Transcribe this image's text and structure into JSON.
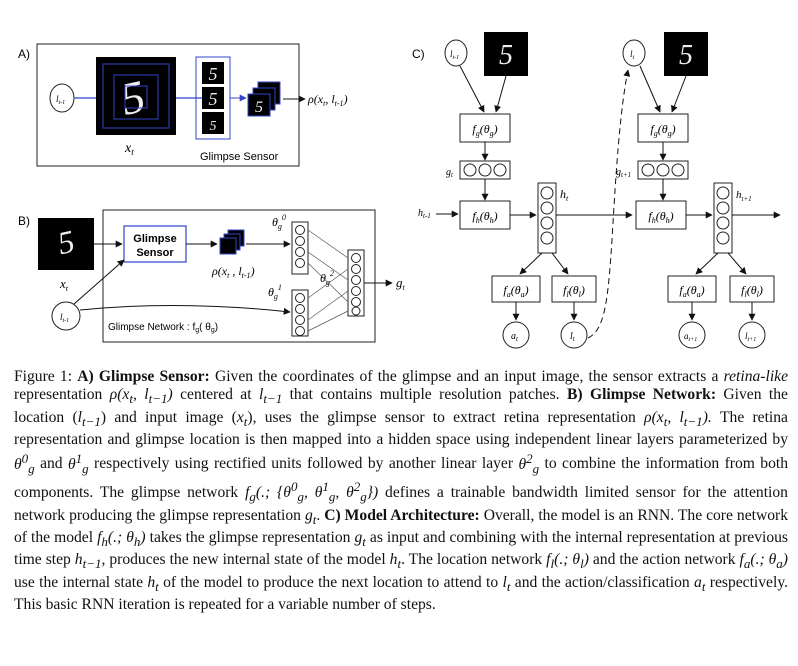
{
  "figure": {
    "panel_a": {
      "label": "A)",
      "input_location": "l",
      "input_location_sub": "t-1",
      "image_caption": "x",
      "image_caption_sub": "t",
      "output": "ρ(x",
      "output_sub1": "t",
      "output_mid": ", l",
      "output_sub2": "t-1",
      "output_end": ")",
      "box_label": "Glimpse Sensor",
      "digit": "5"
    },
    "panel_b": {
      "label": "B)",
      "input_image_caption": "x",
      "input_image_sub": "t",
      "input_location": "l",
      "input_location_sub": "t-1",
      "sensor_box_line1": "Glimpse",
      "sensor_box_line2": "Sensor",
      "rho_label": "ρ(x",
      "rho_sub1": "t",
      "rho_mid": " , l",
      "rho_sub2": "t-1",
      "rho_end": ")",
      "theta0": "θ",
      "theta0_sub": "g",
      "theta0_sup": "0",
      "theta1": "θ",
      "theta1_sub": "g",
      "theta1_sup": "1",
      "theta2": "θ",
      "theta2_sub": "g",
      "theta2_sup": "2",
      "output": "g",
      "output_sub": "t",
      "network_label": "Glimpse Network : f",
      "network_label_sub": "g",
      "network_label_end": "( θ",
      "network_label_end_sub": "g",
      "network_label_close": ")",
      "digit": "5"
    },
    "panel_c": {
      "label": "C)",
      "step1": {
        "location_in": "l",
        "location_in_sub": "t-1",
        "fg": "f",
        "fg_sub": "g",
        "fg_arg": "(θ",
        "fg_arg_sub": "g",
        "fg_close": ")",
        "g": "g",
        "g_sub": "t",
        "h_in": "h",
        "h_in_sub": "t-1",
        "fh": "f",
        "fh_sub": "h",
        "fh_arg": "(θ",
        "fh_arg_sub": "h",
        "fh_close": ")",
        "h": "h",
        "h_sub": "t",
        "fa": "f",
        "fa_sub": "a",
        "fa_arg": "(θ",
        "fa_arg_sub": "a",
        "fa_close": ")",
        "fl": "f",
        "fl_sub": "l",
        "fl_arg": "(θ",
        "fl_arg_sub": "l",
        "fl_close": ")",
        "a": "a",
        "a_sub": "t",
        "l": "l",
        "l_sub": "t"
      },
      "step2": {
        "location_in": "l",
        "location_in_sub": "t",
        "fg": "f",
        "fg_sub": "g",
        "fg_arg": "(θ",
        "fg_arg_sub": "g",
        "fg_close": ")",
        "g": "g",
        "g_sub": "t+1",
        "fh": "f",
        "fh_sub": "h",
        "fh_arg": "(θ",
        "fh_arg_sub": "h",
        "fh_close": ")",
        "h": "h",
        "h_sub": "t+1",
        "fa": "f",
        "fa_sub": "a",
        "fa_arg": "(θ",
        "fa_arg_sub": "a",
        "fa_close": ")",
        "fl": "f",
        "fl_sub": "l",
        "fl_arg": "(θ",
        "fl_arg_sub": "l",
        "fl_close": ")",
        "a": "a",
        "a_sub": "t+1",
        "l": "l",
        "l_sub": "t+1"
      },
      "digit": "5"
    }
  },
  "caption": {
    "prefix": "Figure 1: ",
    "a_head": "A) Glimpse Sensor:",
    "a_text_1": " Given the coordinates of the glimpse and an input image, the sensor extracts a ",
    "a_retina": "retina-like",
    "a_text_2": " representation ",
    "a_rho": "ρ(x",
    "a_rho_sub1": "t",
    "a_rho_mid": ", l",
    "a_rho_sub2": "t−1",
    "a_rho_end": ")",
    "a_text_3": " centered at ",
    "a_l": "l",
    "a_l_sub": "t−1",
    "a_text_4": " that contains multiple resolution patches. ",
    "b_head": "B) Glimpse Network:",
    "b_text_1": " Given the location (",
    "b_l": "l",
    "b_l_sub": "t−1",
    "b_text_2": ") and input image (",
    "b_x": "x",
    "b_x_sub": "t",
    "b_text_3": "), uses the glimpse sensor to extract retina representation ",
    "b_rho": "ρ(x",
    "b_rho_sub1": "t",
    "b_rho_mid": ", l",
    "b_rho_sub2": "t−1",
    "b_rho_end": ").",
    "b_text_4": " The retina representation and glimpse location is then mapped into a hidden space using independent linear layers parameterized by ",
    "b_theta0": "θ",
    "b_theta0_sup": "0",
    "b_theta0_sub": "g",
    "b_text_5": " and ",
    "b_theta1": "θ",
    "b_theta1_sup": "1",
    "b_theta1_sub": "g",
    "b_text_6": " respectively using rectified units followed by another linear layer ",
    "b_theta2": "θ",
    "b_theta2_sup": "2",
    "b_theta2_sub": "g",
    "b_text_7": " to combine the information from both components. The glimpse network ",
    "b_fg": "f",
    "b_fg_sub": "g",
    "b_fg_args": "(.; {θ",
    "b_fg_args_sup0": "0",
    "b_fg_args_sub0": "g",
    "b_fg_args_2": ", θ",
    "b_fg_args_sup1": "1",
    "b_fg_args_sub1": "g",
    "b_fg_args_3": ", θ",
    "b_fg_args_sup2": "2",
    "b_fg_args_sub2": "g",
    "b_fg_args_end": "})",
    "b_text_8": " defines a trainable bandwidth limited sensor for the attention network producing the glimpse representation ",
    "b_g": "g",
    "b_g_sub": "t",
    "b_text_9": ". ",
    "c_head": "C) Model Architecture:",
    "c_text_1": " Overall, the model is an RNN. The core network of the model ",
    "c_fh": "f",
    "c_fh_sub": "h",
    "c_fh_args": "(.; θ",
    "c_fh_args_sub": "h",
    "c_fh_args_end": ")",
    "c_text_2": " takes the glimpse representation ",
    "c_g": "g",
    "c_g_sub": "t",
    "c_text_3": " as input and combining with the internal representation at previous time step ",
    "c_h_prev": "h",
    "c_h_prev_sub": "t−1",
    "c_text_4": ", produces the new internal state of the model ",
    "c_h": "h",
    "c_h_sub": "t",
    "c_text_5": ". The location network ",
    "c_fl": "f",
    "c_fl_sub": "l",
    "c_fl_args": "(.; θ",
    "c_fl_args_sub": "l",
    "c_fl_args_end": ")",
    "c_text_6": " and the action network ",
    "c_fa": "f",
    "c_fa_sub": "a",
    "c_fa_args": "(.; θ",
    "c_fa_args_sub": "a",
    "c_fa_args_end": ")",
    "c_text_7": " use the internal state ",
    "c_h2": "h",
    "c_h2_sub": "t",
    "c_text_8": " of the model to produce the next location to attend to ",
    "c_l": "l",
    "c_l_sub": "t",
    "c_text_9": " and the action/classification ",
    "c_a": "a",
    "c_a_sub": "t",
    "c_text_10": " respectively. This basic RNN iteration is repeated for a variable number of steps."
  },
  "colors": {
    "ink": "#111111",
    "accent_blue": "#3344cc",
    "image_bg": "#000000"
  }
}
